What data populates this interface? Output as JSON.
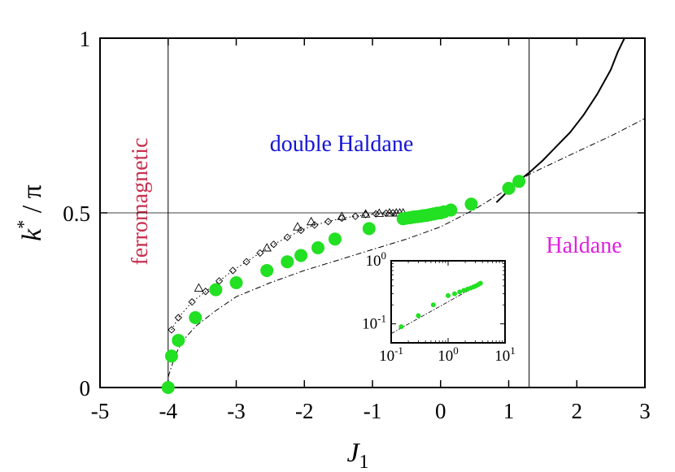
{
  "chart_data": {
    "type": "scatter",
    "xlabel": "J",
    "xlabel_sub": "1",
    "ylabel_main": "k",
    "ylabel_sup": "*",
    "ylabel_rest": " / π",
    "xlim": [
      -5,
      3
    ],
    "ylim": [
      0,
      1
    ],
    "x_ticks": [
      -5,
      -4,
      -3,
      -2,
      -1,
      0,
      1,
      2,
      3
    ],
    "x_tick_labels": [
      "-5",
      "-4",
      "-3",
      "-2",
      "-1",
      "0",
      "1",
      "2",
      "3"
    ],
    "y_ticks": [
      0,
      0.5,
      1
    ],
    "y_tick_labels": [
      "0",
      "0.5",
      "1"
    ],
    "reference_lines": {
      "vertical": [
        -4,
        1.3
      ],
      "horizontal": [
        0.5
      ]
    },
    "regions": {
      "ferromagnetic": {
        "text": "ferromagnetic",
        "color": "#c8304f"
      },
      "double_haldane": {
        "text": "double Haldane",
        "color": "#1414d8"
      },
      "haldane": {
        "text": "Haldane",
        "color": "#e020e0"
      }
    },
    "green_points": {
      "color": "#22e022",
      "x": [
        -4.0,
        -3.95,
        -3.85,
        -3.6,
        -3.3,
        -3.0,
        -2.55,
        -2.25,
        -2.05,
        -1.8,
        -1.55,
        -1.05,
        -0.55,
        -0.5,
        -0.45,
        -0.4,
        -0.35,
        -0.3,
        -0.25,
        -0.2,
        -0.15,
        -0.1,
        -0.05,
        0.0,
        0.05,
        0.15,
        0.45,
        1.0,
        1.15
      ],
      "y": [
        0.0,
        0.09,
        0.135,
        0.2,
        0.28,
        0.3,
        0.335,
        0.36,
        0.378,
        0.4,
        0.425,
        0.455,
        0.483,
        0.485,
        0.486,
        0.488,
        0.489,
        0.49,
        0.492,
        0.493,
        0.495,
        0.497,
        0.499,
        0.5,
        0.503,
        0.508,
        0.525,
        0.57,
        0.59
      ]
    },
    "diamond_points": {
      "x": [
        -3.95,
        -3.85,
        -3.65,
        -3.45,
        -3.25,
        -3.05,
        -2.85,
        -2.65,
        -2.45,
        -2.25,
        -2.05,
        -1.85,
        -1.65,
        -1.45,
        -1.25,
        -1.1,
        -0.95,
        -0.8,
        -0.7
      ],
      "y": [
        0.165,
        0.2,
        0.245,
        0.275,
        0.305,
        0.335,
        0.36,
        0.385,
        0.41,
        0.43,
        0.45,
        0.465,
        0.475,
        0.485,
        0.49,
        0.495,
        0.497,
        0.499,
        0.5
      ]
    },
    "triangle_points": {
      "x": [
        -3.55,
        -2.55,
        -2.1,
        -1.9,
        -1.45,
        -1.1,
        -0.9,
        -0.75,
        -0.65,
        -0.6,
        -0.55
      ],
      "y": [
        0.285,
        0.4,
        0.46,
        0.475,
        0.49,
        0.497,
        0.499,
        0.5,
        0.5,
        0.5,
        0.5
      ]
    },
    "dotted_curve": {
      "x": [
        -3.95,
        -3.85,
        -3.65,
        -3.45,
        -3.25,
        -3.05,
        -2.85,
        -2.65,
        -2.45,
        -2.25,
        -2.05,
        -1.85,
        -1.65,
        -1.45,
        -1.25,
        -1.05,
        -0.85,
        -0.65,
        -0.5
      ],
      "y": [
        0.165,
        0.2,
        0.245,
        0.275,
        0.305,
        0.335,
        0.36,
        0.385,
        0.41,
        0.43,
        0.45,
        0.465,
        0.475,
        0.485,
        0.49,
        0.495,
        0.497,
        0.499,
        0.5
      ]
    },
    "dashdot_curve": {
      "x": [
        -4.0,
        -3.9,
        -3.8,
        -3.6,
        -3.3,
        -3.0,
        -2.5,
        -2.0,
        -1.5,
        -1.0,
        -0.5,
        0.0,
        0.5,
        1.0,
        1.3,
        2.0,
        2.5,
        3.0
      ],
      "y": [
        0.03,
        0.09,
        0.13,
        0.175,
        0.22,
        0.26,
        0.3,
        0.335,
        0.365,
        0.395,
        0.425,
        0.46,
        0.51,
        0.57,
        0.61,
        0.675,
        0.72,
        0.77
      ]
    },
    "solid_curve": {
      "x": [
        0.82,
        0.9,
        1.0,
        1.1,
        1.2,
        1.3,
        1.5,
        1.7,
        1.9,
        2.1,
        2.3,
        2.5,
        2.6,
        2.65,
        2.7
      ],
      "y": [
        0.53,
        0.545,
        0.565,
        0.585,
        0.6,
        0.615,
        0.65,
        0.69,
        0.73,
        0.78,
        0.84,
        0.91,
        0.96,
        0.98,
        1.0
      ]
    },
    "inset": {
      "type": "scatter",
      "log_x": true,
      "log_y": true,
      "xlim": [
        0.1,
        10
      ],
      "ylim": [
        0.05,
        1
      ],
      "x_tick_base": [
        "10",
        "10",
        "10"
      ],
      "x_tick_exp": [
        "-1",
        "0",
        "1"
      ],
      "y_tick_base": [
        "10",
        "10"
      ],
      "y_tick_exp": [
        "0",
        "-1"
      ],
      "points_x": [
        0.15,
        0.3,
        0.55,
        1.0,
        1.3,
        1.6,
        1.9,
        2.2,
        2.5,
        2.8,
        3.1,
        3.4,
        3.7
      ],
      "points_y": [
        0.09,
        0.135,
        0.2,
        0.28,
        0.3,
        0.32,
        0.34,
        0.355,
        0.37,
        0.385,
        0.4,
        0.42,
        0.44
      ],
      "fit_x": [
        0.1,
        4.0
      ],
      "fit_y": [
        0.07,
        0.45
      ]
    }
  }
}
